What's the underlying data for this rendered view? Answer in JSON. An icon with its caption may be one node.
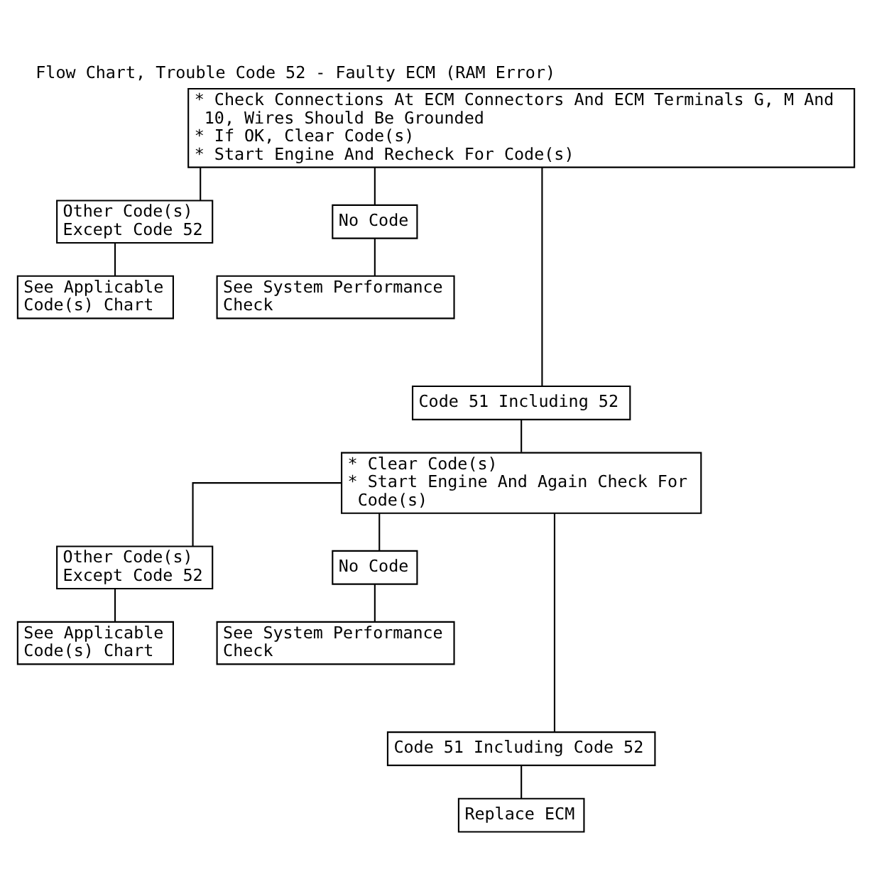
{
  "diagram": {
    "title": "Flow Chart, Trouble Code 52 - Faulty ECM (RAM Error)",
    "nodes": [
      {
        "text": [
          "* Check Connections At ECM Connectors And ECM Terminals G, M And 10, Wires Should Be Grounded",
          "* If OK, Clear Code(s)",
          "* Start Engine And Recheck For Code(s)"
        ]
      },
      {
        "text": [
          "Other Code(s) Except Code 52"
        ]
      },
      {
        "text": [
          "No Code"
        ]
      },
      {
        "text": [
          "See Applicable Code(s) Chart"
        ]
      },
      {
        "text": [
          "See System Performance Check"
        ]
      },
      {
        "text": [
          "Code 51 Including 52"
        ]
      },
      {
        "text": [
          "* Clear Code(s)",
          "* Start Engine And Again Check For Code(s)"
        ]
      },
      {
        "text": [
          "Other Code(s) Except Code 52"
        ]
      },
      {
        "text": [
          "No Code"
        ]
      },
      {
        "text": [
          "See Applicable Code(s) Chart"
        ]
      },
      {
        "text": [
          "See System Performance Check"
        ]
      },
      {
        "text": [
          "Code 51 Including Code 52"
        ]
      },
      {
        "text": [
          "Replace ECM"
        ]
      }
    ],
    "edges": [
      {
        "from": 0,
        "to": 5,
        "arrow": "none"
      },
      {
        "from": 0,
        "to": 1,
        "arrow": "none"
      },
      {
        "from": 0,
        "to": 2,
        "arrow": "none"
      },
      {
        "from": 1,
        "to": 3,
        "arrow": "none"
      },
      {
        "from": 2,
        "to": 4,
        "arrow": "none"
      },
      {
        "from": 5,
        "to": 6,
        "arrow": "none"
      },
      {
        "from": 6,
        "to": 11,
        "arrow": "none"
      },
      {
        "from": 6,
        "to": 7,
        "arrow": "none"
      },
      {
        "from": 6,
        "to": 8,
        "arrow": "none"
      },
      {
        "from": 7,
        "to": 9,
        "arrow": "none"
      },
      {
        "from": 8,
        "to": 10,
        "arrow": "none"
      },
      {
        "from": 11,
        "to": 12,
        "arrow": "none"
      }
    ]
  }
}
